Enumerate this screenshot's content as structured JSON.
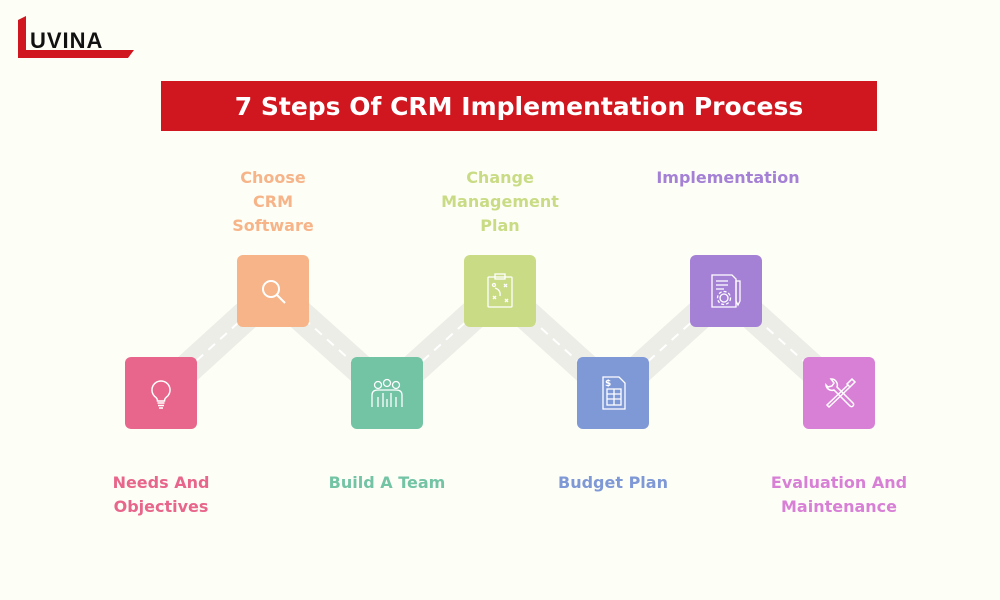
{
  "logo": {
    "text": "UVINA",
    "letter": "L"
  },
  "title": "7 Steps Of CRM Implementation Process",
  "steps": [
    {
      "label": "Needs And Objectives",
      "icon": "lightbulb-icon",
      "color": "#e8668b"
    },
    {
      "label": "Choose CRM Software",
      "icon": "search-icon",
      "color": "#f6b488"
    },
    {
      "label": "Build A Team",
      "icon": "team-icon",
      "color": "#73c3a5"
    },
    {
      "label": "Change Management Plan",
      "icon": "clipboard-strategy-icon",
      "color": "#c9dc85"
    },
    {
      "label": "Budget Plan",
      "icon": "budget-sheet-icon",
      "color": "#7f98d6"
    },
    {
      "label": "Implementation",
      "icon": "document-gear-icon",
      "color": "#a581d6"
    },
    {
      "label": "Evaluation And Maintenance",
      "icon": "tools-icon",
      "color": "#d880d6"
    }
  ]
}
